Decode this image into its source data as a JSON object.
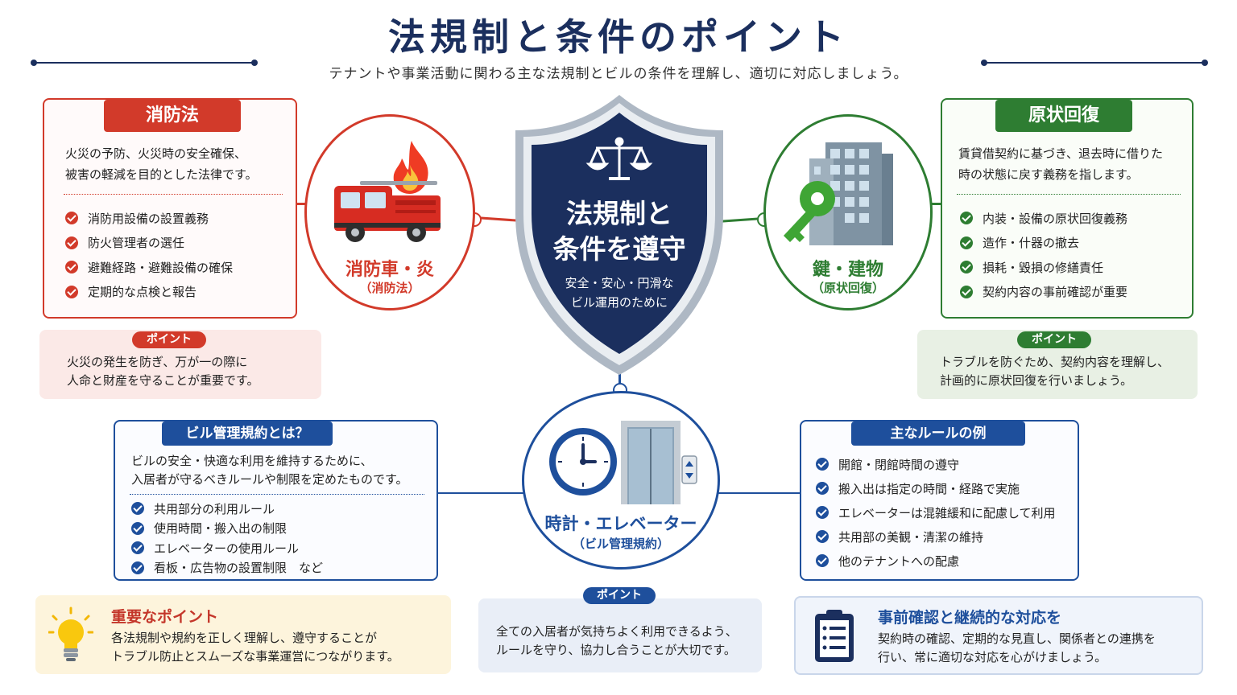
{
  "header": {
    "title": "法規制と条件のポイント",
    "subtitle": "テナントや事業活動に関わる主な法規制とビルの条件を理解し、適切に対応しましょう。"
  },
  "colors": {
    "red": "#d23a2a",
    "green": "#2e7d32",
    "blue": "#1e4f9c",
    "navy": "#1b2f5e"
  },
  "shield": {
    "icon": "scales-of-justice-icon",
    "title_line1": "法規制と",
    "title_line2": "条件を遵守",
    "sub_line1": "安全・安心・円滑な",
    "sub_line2": "ビル運用のために"
  },
  "fire_law": {
    "tag": "消防法",
    "desc_line1": "火災の予防、火災時の安全確保、",
    "desc_line2": "被害の軽減を目的とした法律です。",
    "items": [
      "消防用設備の設置義務",
      "防火管理者の選任",
      "避難経路・避難設備の確保",
      "定期的な点検と報告"
    ],
    "point_tag": "ポイント",
    "point_line1": "火災の発生を防ぎ、万が一の際に",
    "point_line2": "人命と財産を守ることが重要です。",
    "circle_label": "消防車・炎",
    "circle_sub": "（消防法）",
    "icon": "fire-truck-flame-icon"
  },
  "restoration": {
    "tag": "原状回復",
    "desc_line1": "賃貸借契約に基づき、退去時に借りた",
    "desc_line2": "時の状態に戻す義務を指します。",
    "items": [
      "内装・設備の原状回復義務",
      "造作・什器の撤去",
      "損耗・毀損の修繕責任",
      "契約内容の事前確認が重要"
    ],
    "point_tag": "ポイント",
    "point_line1": "トラブルを防ぐため、契約内容を理解し、",
    "point_line2": "計画的に原状回復を行いましょう。",
    "circle_label": "鍵・建物",
    "circle_sub": "（原状回復）",
    "icon": "key-building-icon"
  },
  "building_rules": {
    "tag": "ビル管理規約とは？",
    "desc_line1": "ビルの安全・快適な利用を維持するために、",
    "desc_line2": "入居者が守るべきルールや制限を定めたものです。",
    "items": [
      "共用部分の利用ルール",
      "使用時間・搬入出の制限",
      "エレベーターの使用ルール",
      "看板・広告物の設置制限　など"
    ]
  },
  "rule_examples": {
    "tag": "主なルールの例",
    "items": [
      "開館・閉館時間の遵守",
      "搬入出は指定の時間・経路で実施",
      "エレベーターは混雑緩和に配慮して利用",
      "共用部の美観・清潔の維持",
      "他のテナントへの配慮"
    ]
  },
  "center_circle": {
    "label": "時計・エレベーター",
    "sub": "（ビル管理規約）",
    "icons": [
      "clock-icon",
      "elevator-icon"
    ],
    "point_tag": "ポイント",
    "point_line1": "全ての入居者が気持ちよく利用できるよう、",
    "point_line2": "ルールを守り、協力し合うことが大切です。"
  },
  "important": {
    "icon": "lightbulb-icon",
    "title": "重要なポイント",
    "line1": "各法規制や規約を正しく理解し、遵守することが",
    "line2": "トラブル防止とスムーズな事業運営につながります。"
  },
  "continuous": {
    "icon": "clipboard-checklist-icon",
    "title": "事前確認と継続的な対応を",
    "line1": "契約時の確認、定期的な見直し、関係者との連携を",
    "line2": "行い、常に適切な対応を心がけましょう。"
  }
}
